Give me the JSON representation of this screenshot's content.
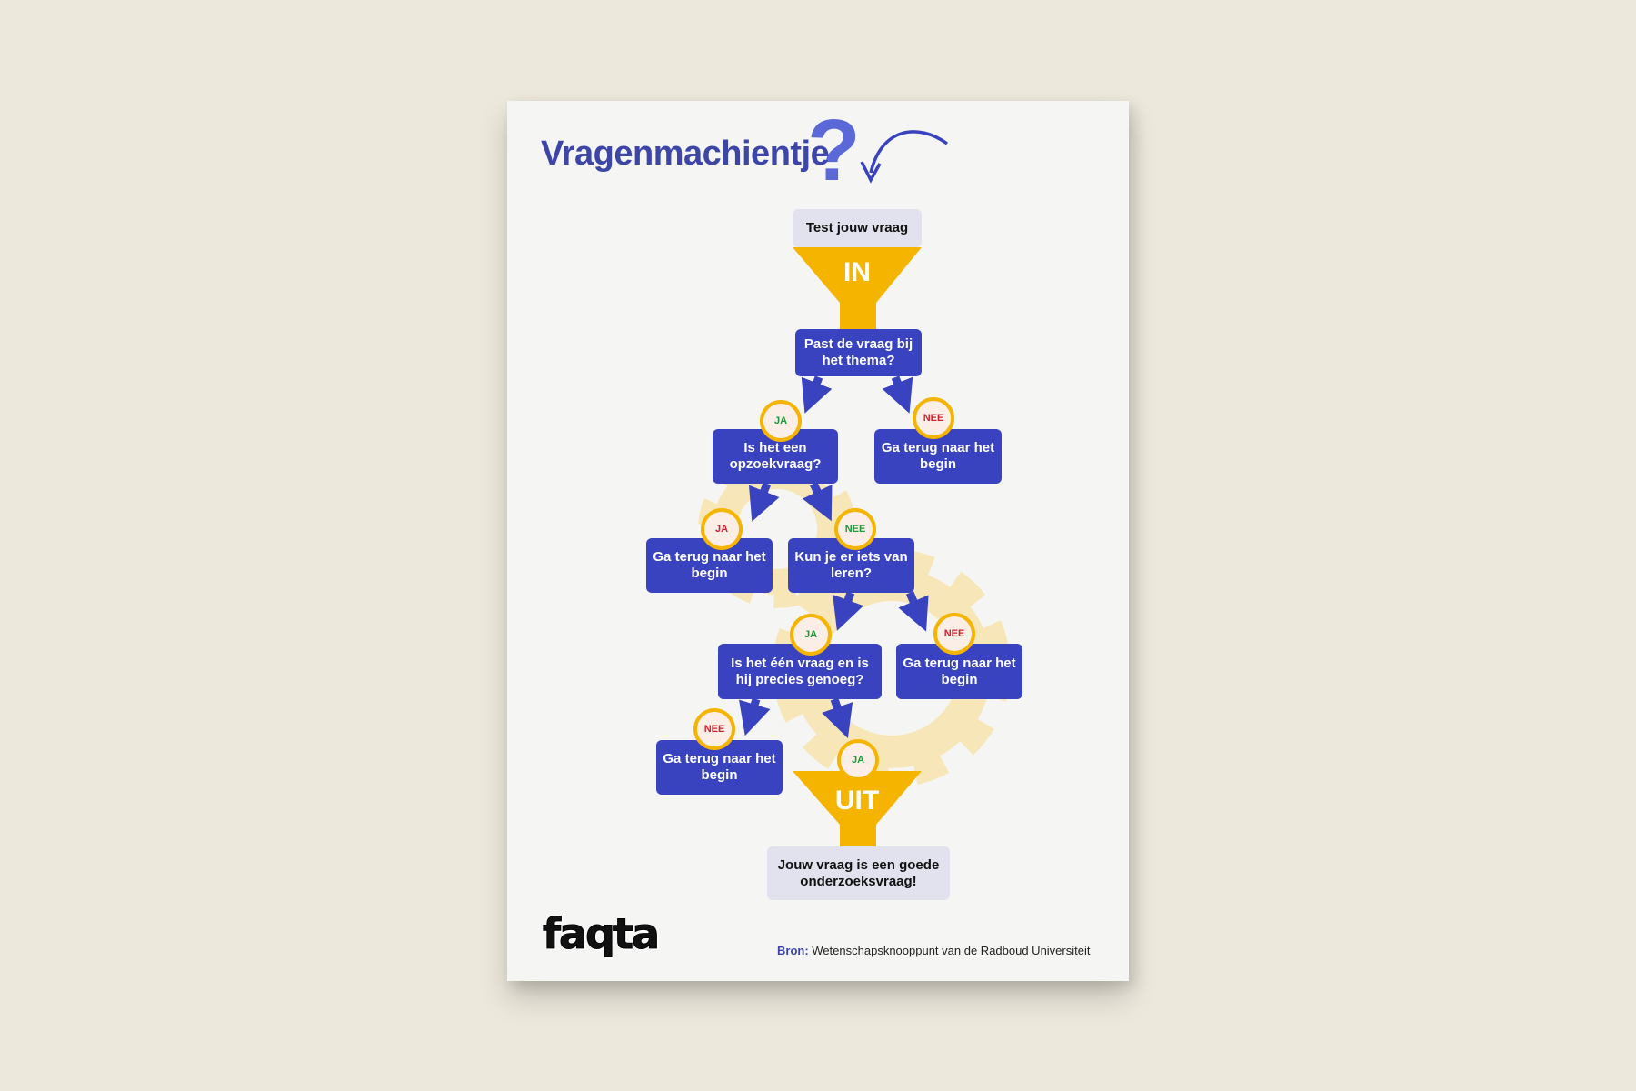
{
  "title": "Vragenmachientje",
  "start": "Test jouw vraag",
  "funnel_in": "IN",
  "funnel_out": "UIT",
  "end": "Jouw vraag is een goede onderzoeksvraag!",
  "questions": [
    "Past de vraag bij het thema?",
    "Is het een opzoekvraag?",
    "Kun je er iets van leren?",
    "Is het één vraag en is hij precies genoeg?"
  ],
  "back": "Ga terug naar het begin",
  "badges": {
    "ja": "JA",
    "nee": "NEE"
  },
  "logo": "faqta",
  "source": {
    "label": "Bron:",
    "text": "Wetenschapsknooppunt van de Radboud Universiteit"
  },
  "colors": {
    "blue": "#3a43bf",
    "yellow": "#f5b400",
    "green": "#1a9a3a",
    "red": "#cc2233",
    "background": "#ede8dc"
  }
}
